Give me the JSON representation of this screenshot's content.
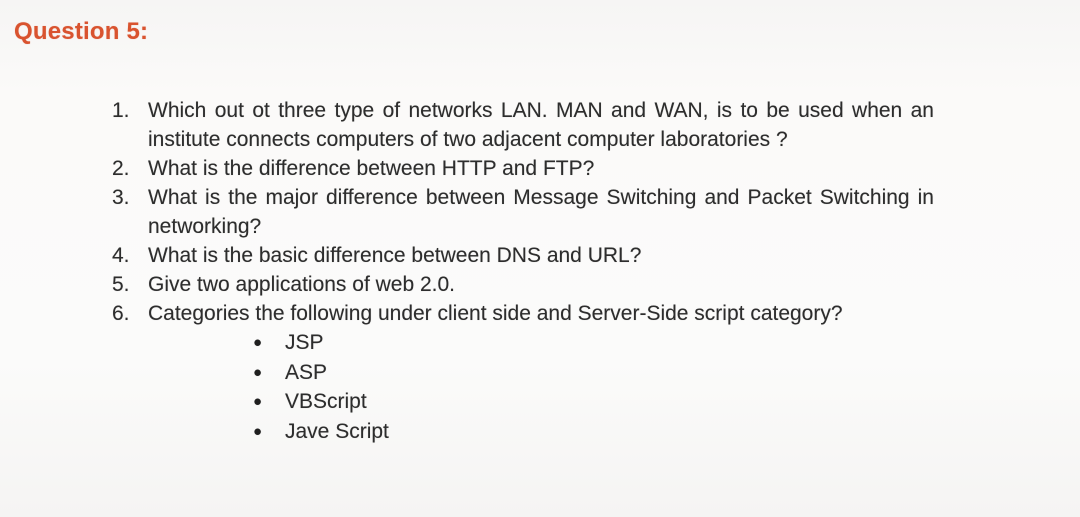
{
  "page": {
    "heading": "Question 5:",
    "heading_color": "#d9532f",
    "background_color": "#fbfaf9",
    "text_color": "#2d2d2d"
  },
  "questions": [
    {
      "number": "1.",
      "text": "Which out ot three type of networks LAN. MAN and WAN, is to be used when an institute connects computers of two adjacent computer laboratories ?"
    },
    {
      "number": "2.",
      "text": "What is the difference between HTTP and FTP?"
    },
    {
      "number": "3.",
      "text": "What is the major difference between Message Switching and Packet Switching in networking?"
    },
    {
      "number": "4.",
      "text": "What is the basic difference between DNS and URL?"
    },
    {
      "number": "5.",
      "text": "Give two applications of web 2.0."
    },
    {
      "number": "6.",
      "text": "Categories the following under client side and Server-Side script category?"
    }
  ],
  "bullet_icon": "●",
  "sub_items": [
    "JSP",
    "ASP",
    "VBScript",
    "Jave Script"
  ]
}
